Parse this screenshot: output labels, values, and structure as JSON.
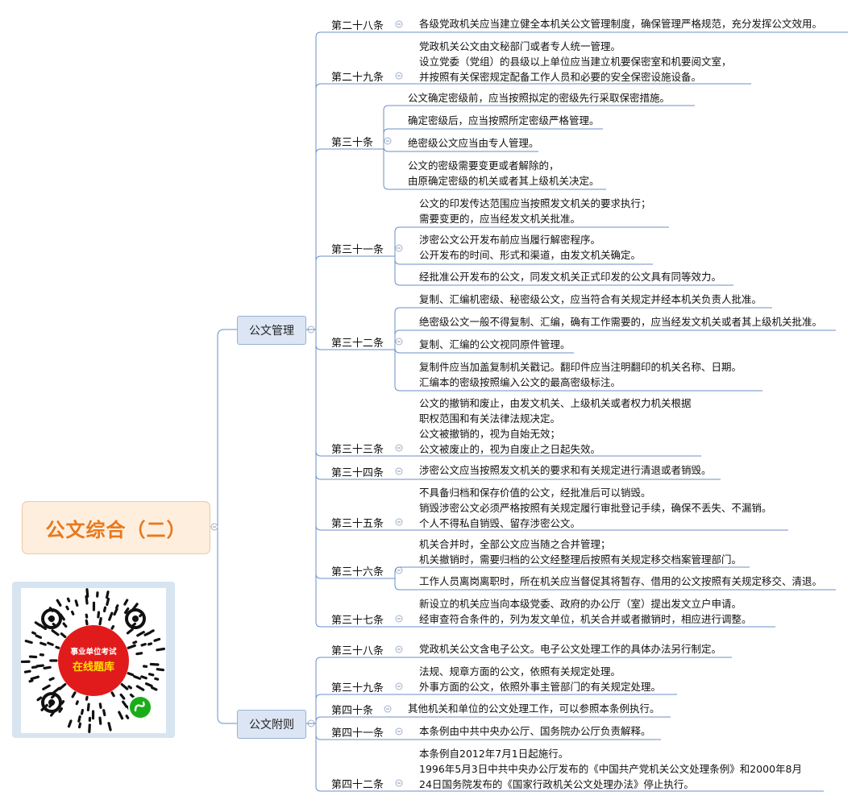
{
  "root": {
    "title": "公文综合（二）"
  },
  "branches": [
    {
      "label": "公文管理",
      "articles": [
        {
          "title": "第二十八条",
          "texts": [
            [
              "各级党政机关应当建立健全本机关公文管理制度，确保管理严格规范，充分发挥公文效用。"
            ]
          ]
        },
        {
          "title": "第二十九条",
          "texts": [
            [
              "党政机关公文由文秘部门或者专人统一管理。",
              "设立党委（党组）的县级以上单位应当建立机要保密室和机要阅文室，",
              "并按照有关保密规定配备工作人员和必要的安全保密设施设备。"
            ]
          ]
        },
        {
          "title": "第三十条",
          "texts": [
            [
              "公文确定密级前，应当按照拟定的密级先行采取保密措施。"
            ],
            [
              "确定密级后，应当按照所定密级严格管理。"
            ],
            [
              "绝密级公文应当由专人管理。"
            ],
            [
              "公文的密级需要变更或者解除的，",
              "由原确定密级的机关或者其上级机关决定。"
            ]
          ]
        },
        {
          "title": "第三十一条",
          "texts": [
            [
              "公文的印发传达范围应当按照发文机关的要求执行；",
              "需要变更的，应当经发文机关批准。"
            ],
            [
              "涉密公文公开发布前应当履行解密程序。",
              "公开发布的时间、形式和渠道，由发文机关确定。"
            ],
            [
              "经批准公开发布的公文，同发文机关正式印发的公文具有同等效力。"
            ]
          ]
        },
        {
          "title": "第三十二条",
          "texts": [
            [
              "复制、汇编机密级、秘密级公文，应当符合有关规定并经本机关负责人批准。"
            ],
            [
              "绝密级公文一般不得复制、汇编，确有工作需要的，应当经发文机关或者其上级机关批准。"
            ],
            [
              "复制、汇编的公文视同原件管理。"
            ],
            [
              "复制件应当加盖复制机关戳记。翻印件应当注明翻印的机关名称、日期。",
              "汇编本的密级按照编入公文的最高密级标注。"
            ]
          ]
        },
        {
          "title": "第三十三条",
          "texts": [
            [
              "公文的撤销和废止，由发文机关、上级机关或者权力机关根据",
              "职权范围和有关法律法规决定。",
              "公文被撤销的，视为自始无效；",
              "公文被废止的，视为自废止之日起失效。"
            ]
          ]
        },
        {
          "title": "第三十四条",
          "texts": [
            [
              "涉密公文应当按照发文机关的要求和有关规定进行清退或者销毁。"
            ]
          ]
        },
        {
          "title": "第三十五条",
          "texts": [
            [
              "不具备归档和保存价值的公文，经批准后可以销毁。",
              "销毁涉密公文必须严格按照有关规定履行审批登记手续，确保不丢失、不漏销。",
              "个人不得私自销毁、留存涉密公文。"
            ]
          ]
        },
        {
          "title": "第三十六条",
          "texts": [
            [
              "机关合并时，全部公文应当随之合并管理；",
              "机关撤销时，需要归档的公文经整理后按照有关规定移交档案管理部门。"
            ],
            [
              "工作人员离岗离职时，所在机关应当督促其将暂存、借用的公文按照有关规定移交、清退。"
            ]
          ]
        },
        {
          "title": "第三十七条",
          "texts": [
            [
              "新设立的机关应当向本级党委、政府的办公厅（室）提出发文立户申请。",
              "经审查符合条件的，列为发文单位，机关合并或者撤销时，相应进行调整。"
            ]
          ]
        }
      ]
    },
    {
      "label": "公文附则",
      "articles": [
        {
          "title": "第三十八条",
          "texts": [
            [
              "党政机关公文含电子公文。电子公文处理工作的具体办法另行制定。"
            ]
          ]
        },
        {
          "title": "第三十九条",
          "texts": [
            [
              "法规、规章方面的公文，依照有关规定处理。",
              "外事方面的公文，依照外事主管部门的有关规定处理。"
            ]
          ]
        },
        {
          "title": "第四十条",
          "texts": [
            [
              "其他机关和单位的公文处理工作，可以参照本条例执行。"
            ]
          ]
        },
        {
          "title": "第四十一条",
          "texts": [
            [
              "本条例由中共中央办公厅、国务院办公厅负责解释。"
            ]
          ]
        },
        {
          "title": "第四十二条",
          "texts": [
            [
              "本条例自2012年7月1日起施行。",
              "1996年5月3日中共中央办公厅发布的《中国共产党机关公文处理条例》和2000年8月",
              "24日国务院发布的《国家行政机关公文处理办法》停止执行。"
            ]
          ]
        }
      ]
    }
  ],
  "qr": {
    "line1": "事业单位考试",
    "line2": "在线题库"
  },
  "colors": {
    "line": "#6b8fc7",
    "root_text": "#e8781c",
    "qr_red": "#e11b1b",
    "qr_badge": "#1aad19"
  }
}
